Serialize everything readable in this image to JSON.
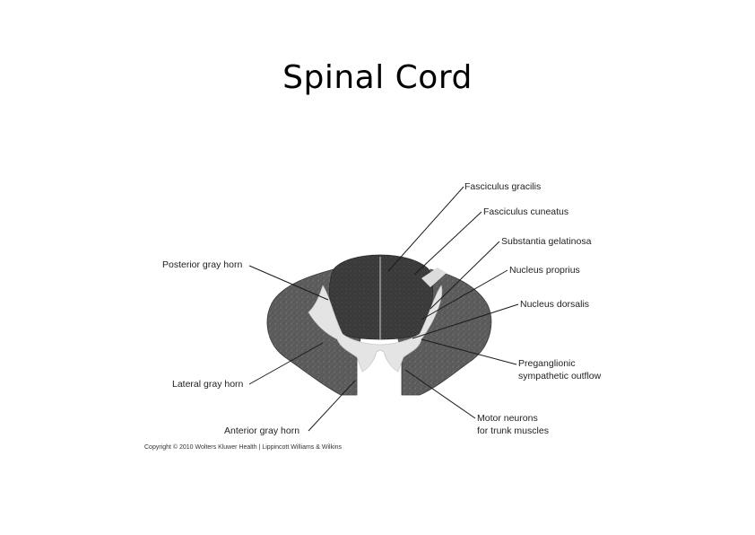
{
  "slide": {
    "title": "Spinal Cord"
  },
  "figure": {
    "labels": {
      "fasciculus_gracilis": "Fasciculus gracilis",
      "fasciculus_cuneatus": "Fasciculus cuneatus",
      "substantia_gelatinosa": "Substantia gelatinosa",
      "nucleus_proprius": "Nucleus proprius",
      "nucleus_dorsalis": "Nucleus dorsalis",
      "preganglionic_line1": "Preganglionic",
      "preganglionic_line2": "sympathetic outflow",
      "motor_neurons_line1": "Motor neurons",
      "motor_neurons_line2": "for trunk muscles",
      "posterior_gray_horn": "Posterior gray horn",
      "lateral_gray_horn": "Lateral gray horn",
      "anterior_gray_horn": "Anterior gray horn"
    },
    "copyright": "Copyright © 2010 Wolters Kluwer Health | Lippincott Williams & Wilkins",
    "colors": {
      "white_matter": "#5c5c5c",
      "gray_matter": "#e6e6e6",
      "posterior_column": "#3c3c3c"
    }
  }
}
